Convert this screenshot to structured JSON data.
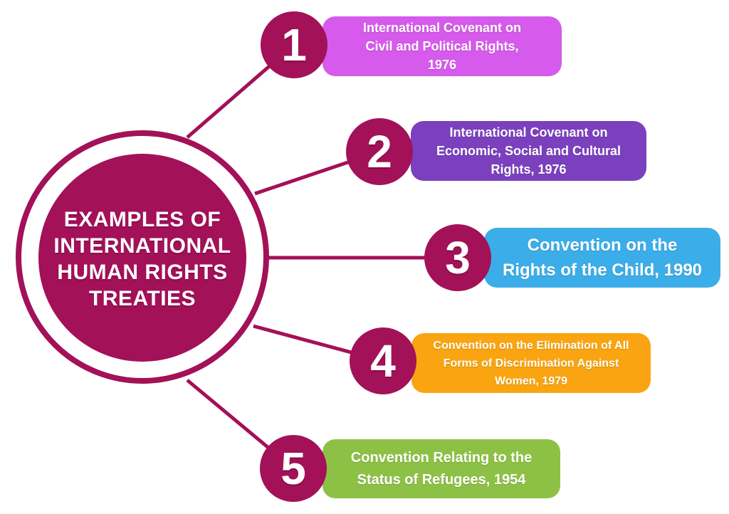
{
  "title": "EXAMPLES OF INTERNATIONAL HUMAN RIGHTS TREATIES",
  "center": {
    "lines": [
      "EXAMPLES OF",
      "INTERNATIONAL",
      "HUMAN RIGHTS",
      "TREATIES"
    ]
  },
  "palette": {
    "node": "#A31158",
    "background": "#FFFFFF",
    "label_text": "#FFFFFF",
    "item1": "#D65AEC",
    "item2": "#7B40BE",
    "item3": "#3BADE9",
    "item4": "#F9A410",
    "item5": "#8DC146"
  },
  "items": [
    {
      "number": "1",
      "color": "#D65AEC",
      "label": "International Covenant on Civil and Political Rights, 1976",
      "lines": [
        "International Covenant on",
        "Civil and Political Rights,",
        "1976"
      ]
    },
    {
      "number": "2",
      "color": "#7B40BE",
      "label": "International Covenant on Economic, Social and Cultural Rights, 1976",
      "lines": [
        "International Covenant on",
        "Economic, Social and Cultural",
        "Rights, 1976"
      ]
    },
    {
      "number": "3",
      "color": "#3BADE9",
      "label": "Convention on the Rights of the Child, 1990",
      "lines": [
        "Convention on the",
        "Rights of the Child, 1990"
      ]
    },
    {
      "number": "4",
      "color": "#F9A410",
      "label": "Convention on the Elimination of All Forms of Discrimination Against Women, 1979",
      "lines": [
        "Convention on the Elimination of All",
        "Forms of Discrimination Against",
        "Women, 1979"
      ]
    },
    {
      "number": "5",
      "color": "#8DC146",
      "label": "Convention Relating to the Status of Refugees, 1954",
      "lines": [
        "Convention Relating to the",
        "Status of Refugees, 1954"
      ]
    }
  ]
}
